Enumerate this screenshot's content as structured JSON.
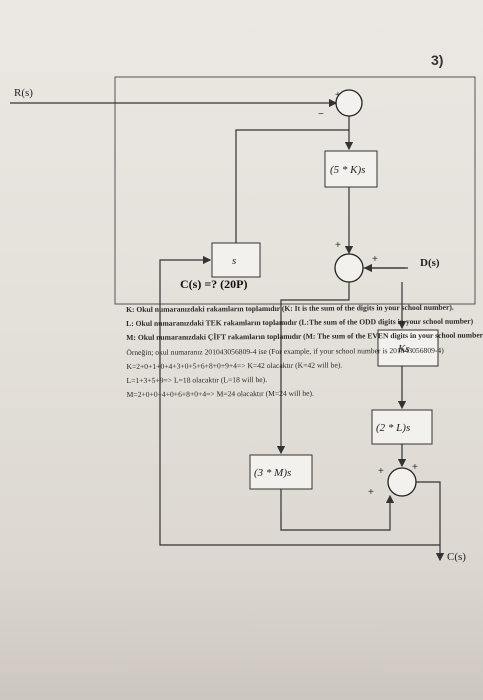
{
  "question_number": "3)",
  "diagram": {
    "input_label": "R(s)",
    "disturbance_label": "D(s)",
    "output_label": "C(s)",
    "blocks": {
      "k_block": "(5 * K)s",
      "l_block": "(2 * L)s",
      "m_block": "(3 * M)s",
      "ks_block": "Ks",
      "s_block": "s"
    },
    "signs": {
      "sum1_plus": "+",
      "sum1_minus": "−",
      "sum2_plus_left": "+",
      "sum2_plus_top": "+",
      "sum3_plus_top": "+",
      "sum3_plus_bottom": "+",
      "sum3_plus_left": "+"
    },
    "question": "C(s) =?   (20P)"
  },
  "notes": {
    "line1": "K: Okul numaranızdaki rakamların toplamıdır (K: It is the sum of the digits in your school number).",
    "line2": "L: Okul numaranızdaki TEK rakamların toplamıdır (L:The sum of the ODD digits in your school number)",
    "line3": "M: Okul numaranızdaki ÇİFT rakamların toplamıdır (M: The sum of the EVEN digits in your school number)",
    "line4": "Örneğin; okul numaranız 201043056809-4 ise (For example, if your school number is 201043056809-4)",
    "line5": "K=2+0+1+0+4+3+0+5+6+8+0+9+4=> K=42 olacaktır (K=42 will be).",
    "line6": "L=1+3+5+9=> L=18 olacaktır (L=18 will be).",
    "line7": "M=2+0+0+4+0+6+8+0+4=> M=24 olacaktır (M=24 will be)."
  }
}
